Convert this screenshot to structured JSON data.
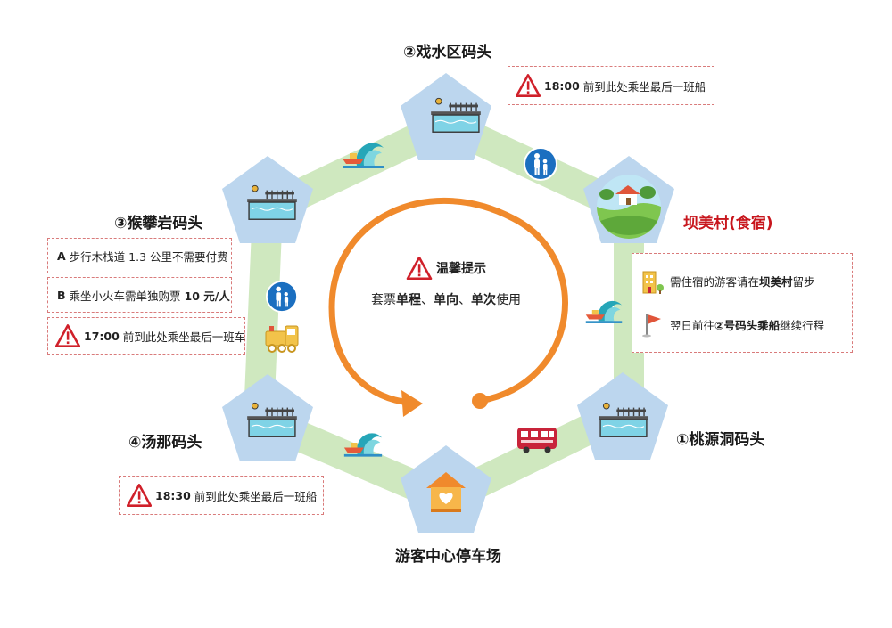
{
  "locations": {
    "pier2": "②戏水区码头",
    "village": "坝美村(食宿)",
    "pier3": "③猴攀岩码头",
    "pier4": "④汤那码头",
    "pier1": "①桃源洞码头",
    "center": "游客中心停车场"
  },
  "notes": {
    "pier2_time": "18:00",
    "pier2_text": "前到此处乘坐最后一班船",
    "pier3_a_prefix": "A",
    "pier3_a_text": "步行木栈道 1.3 公里不需要付费",
    "pier3_b_prefix": "B",
    "pier3_b_text": "乘坐小火车需单独购票",
    "pier3_b_price": "10 元/人",
    "pier3_time": "17:00",
    "pier3_time_text": "前到此处乘坐最后一班车",
    "pier4_time": "18:30",
    "pier4_text": "前到此处乘坐最后一班船",
    "village_line1_a": "需住宿的游客请在",
    "village_line1_b": "坝美村",
    "village_line1_c": "留步",
    "village_line2_a": "翌日前往",
    "village_line2_b": "②号码头乘船",
    "village_line2_c": "继续行程"
  },
  "tip": {
    "title": "温馨提示",
    "prefix": "套票",
    "w1": "单程",
    "sep1": "、",
    "w2": "单向",
    "sep2": "、",
    "w3": "单次",
    "suffix": "使用"
  },
  "colors": {
    "route": "#cfe8bf",
    "pentagon": "#bcd6ee",
    "arrow": "#f08a2c",
    "village_text": "#c8161d",
    "note_border": "#d97b7b",
    "warn": "#d0202a",
    "sign_blue": "#1b6fc0"
  },
  "icons": [
    "warning-icon",
    "pier-icon",
    "boat-wave-icon",
    "pedestrian-sign-icon",
    "train-icon",
    "bus-icon",
    "house-heart-icon",
    "village-scene-icon",
    "hotel-icon",
    "flag-icon"
  ]
}
